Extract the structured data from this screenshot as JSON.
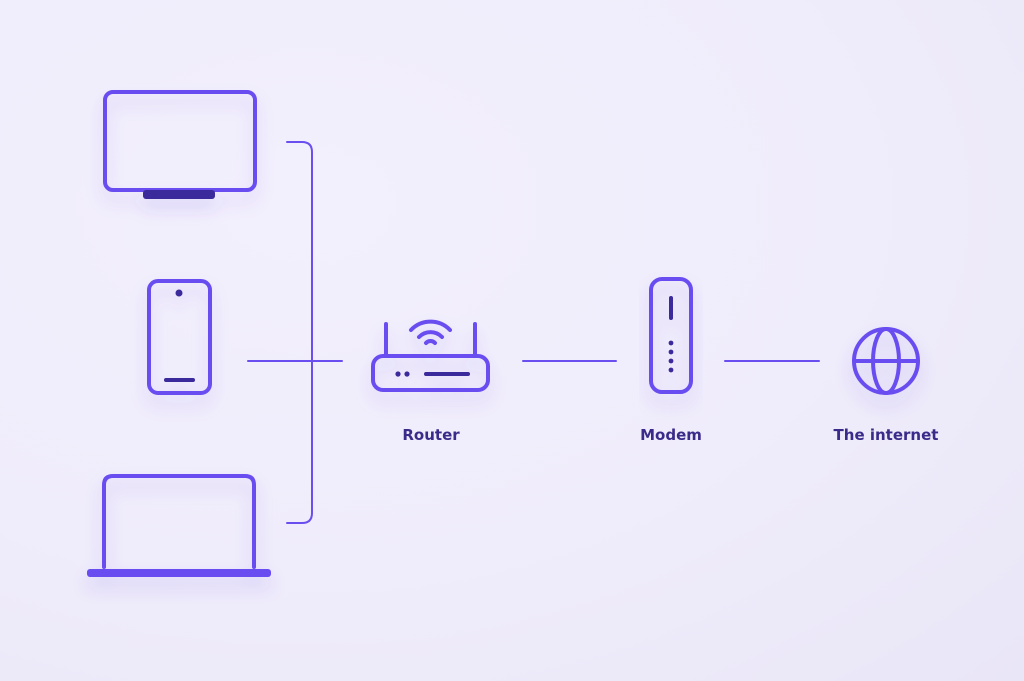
{
  "colors": {
    "background": "#efecfb",
    "accent": "#6a4ef0",
    "accent_dark": "#3b2a9c",
    "label": "#3a2a8a"
  },
  "devices": [
    {
      "name": "monitor",
      "icon": "monitor-icon"
    },
    {
      "name": "smartphone",
      "icon": "smartphone-icon"
    },
    {
      "name": "laptop",
      "icon": "laptop-icon"
    }
  ],
  "nodes": [
    {
      "label": "Router",
      "icon": "router-icon"
    },
    {
      "label": "Modem",
      "icon": "modem-icon"
    },
    {
      "label": "The internet",
      "icon": "globe-icon"
    }
  ]
}
